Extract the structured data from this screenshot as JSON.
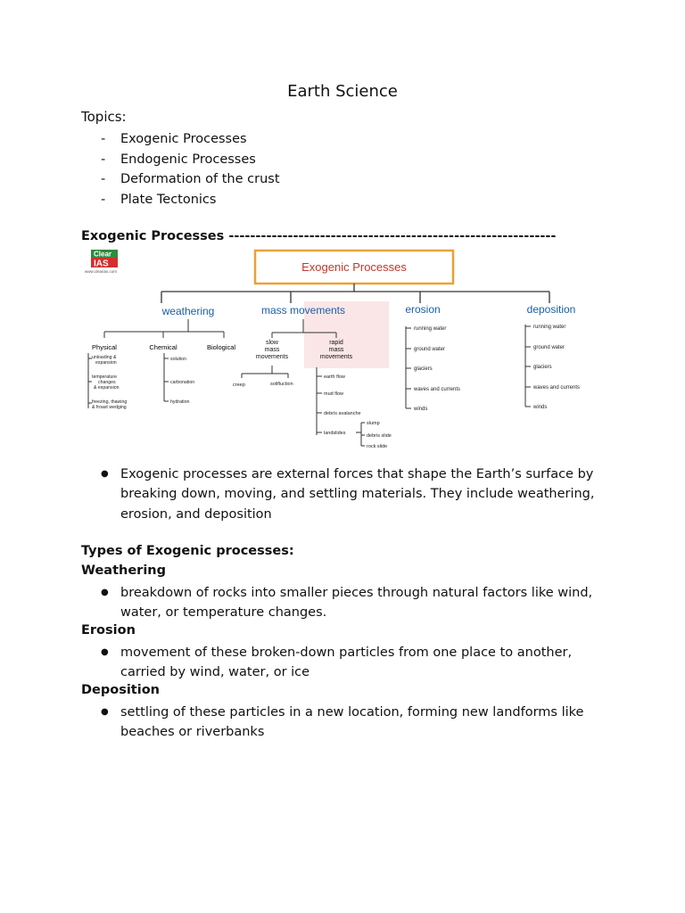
{
  "document": {
    "title": "Earth Science",
    "topics_label": "Topics:",
    "topics": [
      "Exogenic Processes",
      "Endogenic Processes",
      "Deformation of the crust",
      "Plate Tectonics"
    ],
    "section_heading": "Exogenic Processes -------------------------------------------------------------",
    "figure": {
      "logo_top": "Clear",
      "logo_bottom": "IAS",
      "logo_url": "www.clearias.com",
      "root": "Exogenic Processes",
      "branches": {
        "weathering": "weathering",
        "mass_movements": "mass movements",
        "erosion": "erosion",
        "deposition": "deposition"
      },
      "weathering_types": [
        "Physical",
        "Chemical",
        "Biological"
      ],
      "physical_items": [
        "unloading &",
        "expansion",
        "temperature",
        "changes",
        "& expansion",
        "freezing, thawing",
        "& froast wedging"
      ],
      "chemical_items": [
        "solution",
        "carbonation",
        "hydration"
      ],
      "mass_types": [
        "slow",
        "mass",
        "movements",
        "rapid",
        "mass",
        "movements"
      ],
      "slow_items": [
        "creep",
        "solifluction"
      ],
      "rapid_items": [
        "earth flow",
        "mud flow",
        "debris avalanche",
        "landslides"
      ],
      "landslide_items": [
        "slump",
        "debris slide",
        "rock slide"
      ],
      "erosion_items": [
        "running water",
        "ground water",
        "glaciers",
        "waves and currents",
        "winds"
      ],
      "deposition_items": [
        "running water",
        "ground water",
        "glaciers",
        "waves and currents",
        "winds"
      ]
    },
    "intro_bullet": "Exogenic processes are external forces that shape the Earth’s surface by breaking down, moving, and settling materials. They include weathering, erosion, and deposition",
    "types_heading": "Types of Exogenic processes:",
    "weathering_heading": "Weathering",
    "weathering_bullet": "breakdown of rocks into smaller pieces through natural factors like wind, water, or temperature changes.",
    "erosion_heading": "Erosion",
    "erosion_bullet": "movement of these broken-down particles from one place to another, carried by wind, water, or ice",
    "deposition_heading": "Deposition",
    "deposition_bullet": "settling of these particles in a new location, forming new landforms like beaches or riverbanks",
    "bullet_glyph": "●",
    "dash_glyph": "-"
  }
}
